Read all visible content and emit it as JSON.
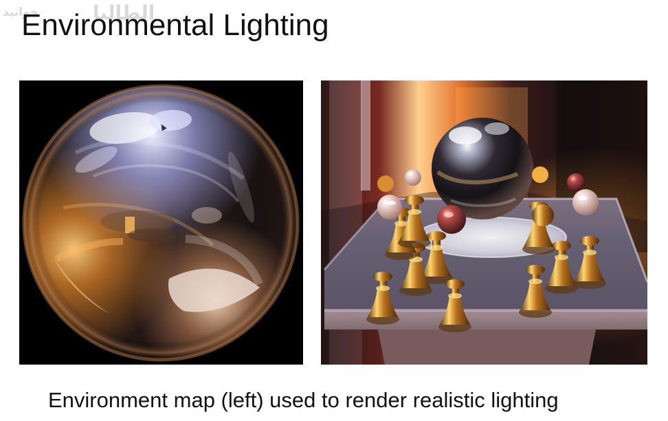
{
  "watermark": {
    "text_left": "خوانید",
    "text_right": "الطالبا"
  },
  "slide": {
    "title": "Environmental Lighting",
    "caption": "Environment map (left) used to render realistic lighting"
  },
  "figures": {
    "left": {
      "kind": "environment-map-sphere"
    },
    "right": {
      "kind": "rendered-scene"
    }
  },
  "colors": {
    "background": "#ffffff",
    "text": "#111111",
    "warm_light": "#f39a34",
    "cool_light": "#c8d6ff"
  }
}
